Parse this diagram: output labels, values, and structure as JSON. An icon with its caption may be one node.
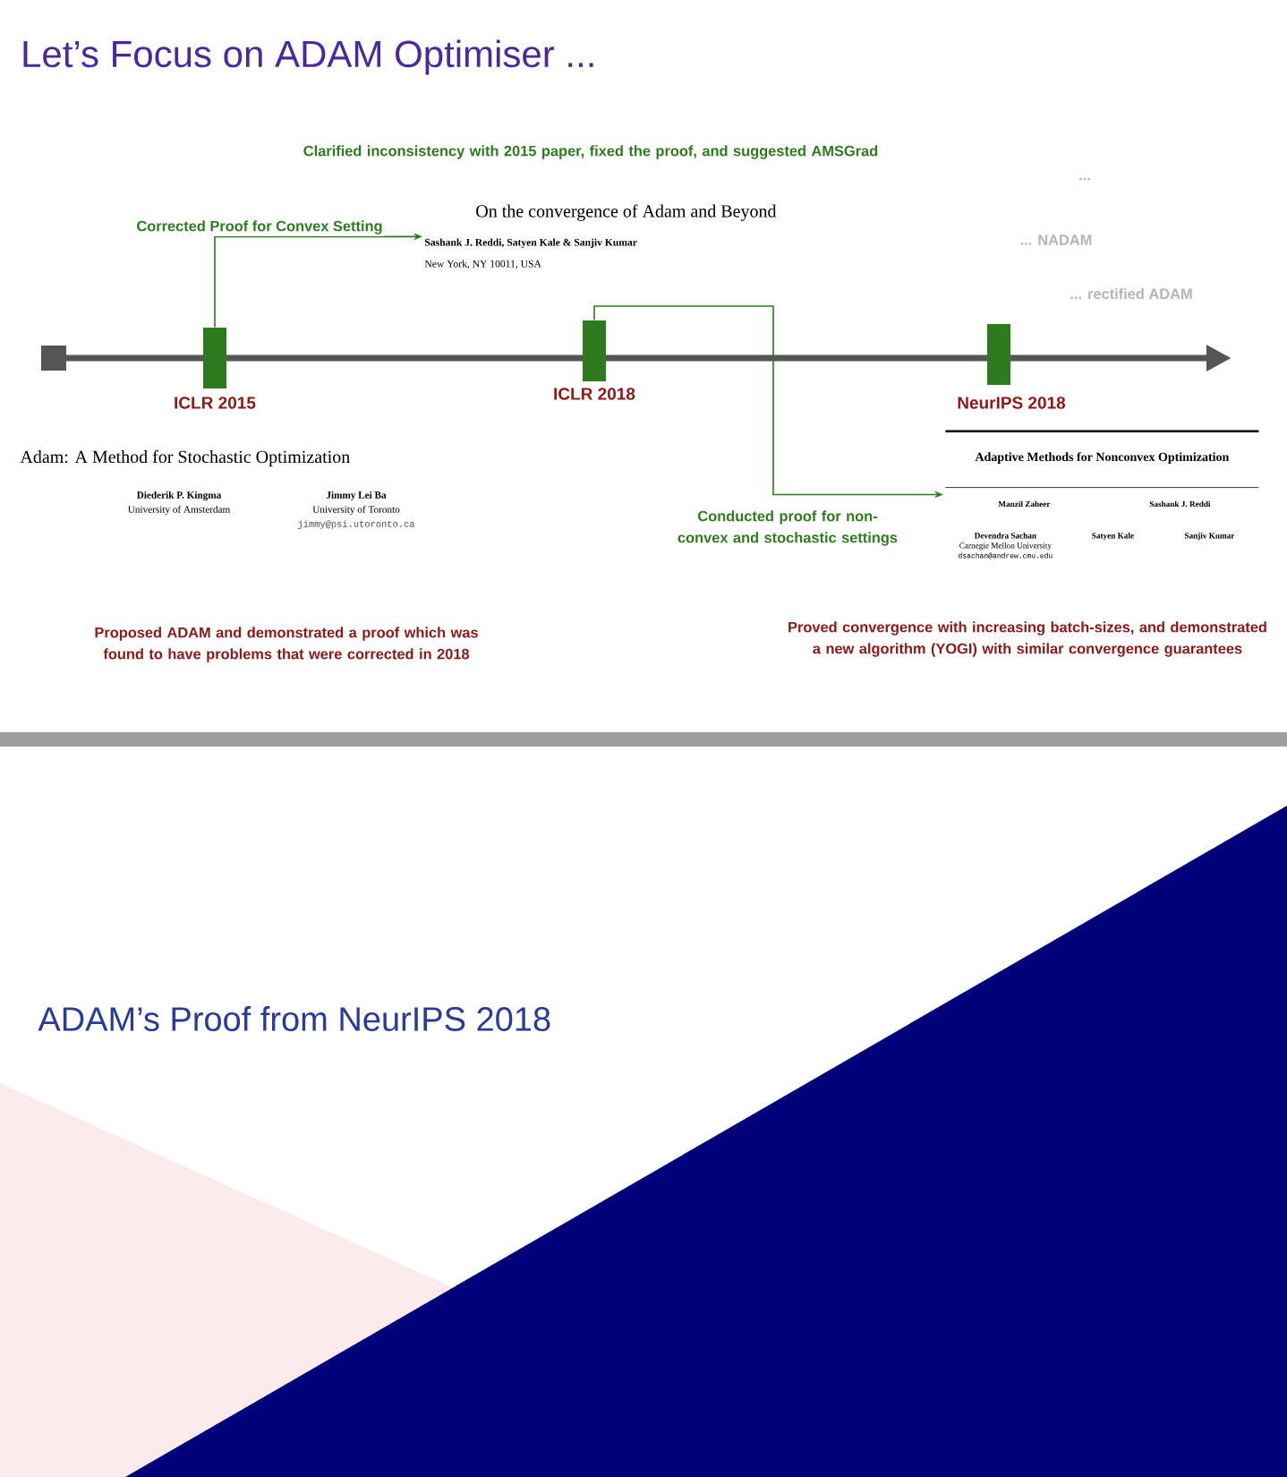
{
  "diagram": {
    "title": "Let’s Focus on ADAM Optimiser ...",
    "nodes": [
      {
        "text": [],
        "shape": "bar",
        "beside": [
          "ICLR 2015"
        ]
      },
      {
        "text": [],
        "shape": "bar",
        "beside": [
          "ICLR 2018"
        ]
      },
      {
        "text": [],
        "shape": "bar",
        "beside": [
          "NeurIPS 2018"
        ]
      },
      {
        "text": [
          "On the convergence of Adam and Beyond",
          "Sashank J. Reddi, Satyen Kale & Sanjiv Kumar",
          "New York, NY 10011, USA"
        ]
      },
      {
        "text": [
          "Adaptive Methods for Nonconvex Optimization",
          "Manzil Zaheer",
          "Sashank J. Reddi",
          "Devendra Sachan",
          "Carnegie Mellon University",
          "dsachan@andrew.cmu.edu",
          "Satyen Kale",
          "Sanjiv Kumar"
        ]
      }
    ],
    "edges": [
      {
        "from": 0,
        "to": 3,
        "arrow": "to",
        "label": "Corrected Proof for Convex Setting"
      },
      {
        "from": 1,
        "to": 4,
        "arrow": "to",
        "label": "Conducted proof for non-convex and stochastic settings"
      }
    ],
    "labels": [
      "Clarified inconsistency with 2015 paper, fixed the proof, and suggested AMSGrad",
      "...",
      "... NADAM",
      "... rectified ADAM",
      "Adam: A Method for Stochastic Optimization",
      "Diederik P. Kingma",
      "University of Amsterdam",
      "Jimmy Lei Ba",
      "University of Toronto",
      "jimmy@psi.utoronto.ca",
      "Proposed ADAM and demonstrated a proof which was found to have problems that were corrected in 2018",
      "Proved convergence with increasing batch-sizes, and demonstrated a new algorithm (YOGI) with similar convergence guarantees",
      "ADAM’s Proof from NeurIPS 2018"
    ]
  }
}
